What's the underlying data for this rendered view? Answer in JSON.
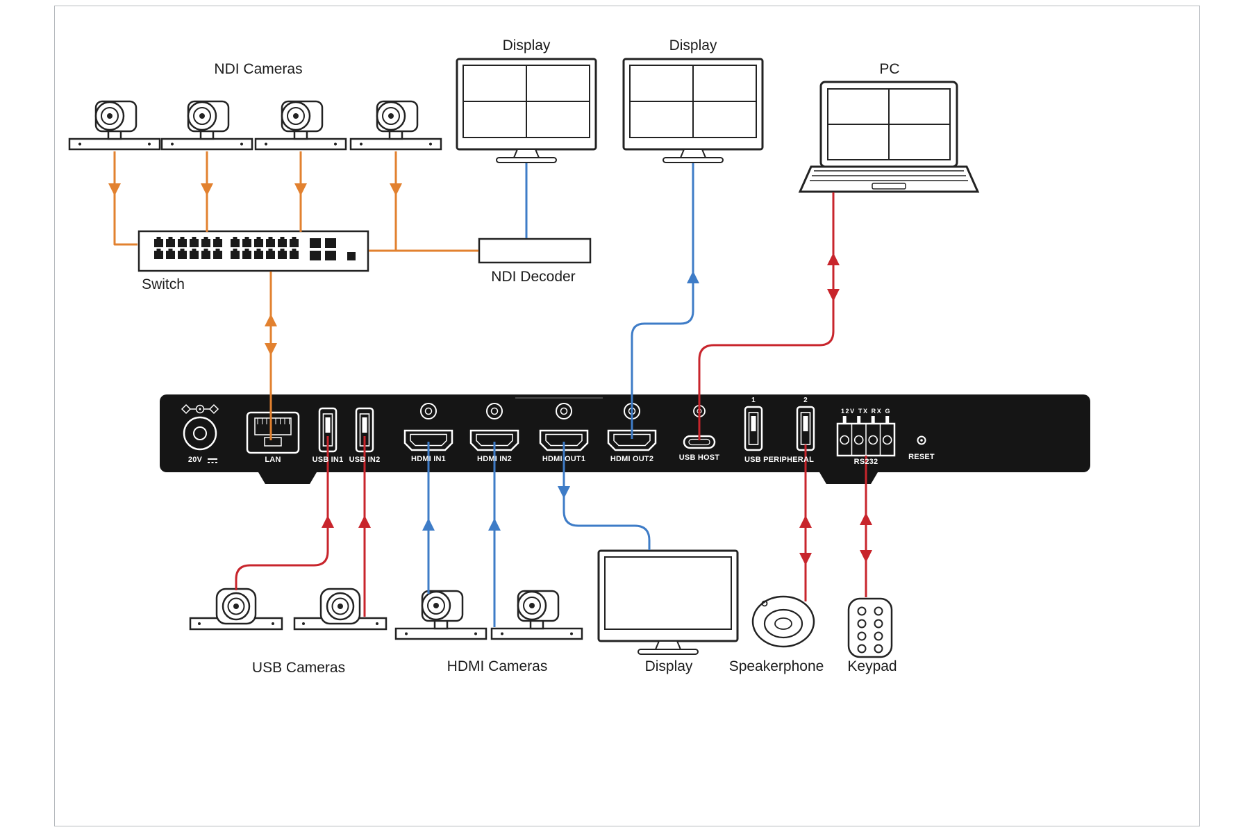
{
  "labels": {
    "ndi_cameras": "NDI Cameras",
    "display_top_left": "Display",
    "display_top_right": "Display",
    "pc": "PC",
    "switch": "Switch",
    "ndi_decoder": "NDI Decoder",
    "usb_cameras": "USB Cameras",
    "hdmi_cameras": "HDMI Cameras",
    "display_bottom": "Display",
    "speakerphone": "Speakerphone",
    "keypad": "Keypad"
  },
  "device": {
    "ports": [
      "20V",
      "LAN",
      "USB IN1",
      "USB IN2",
      "HDMI IN1",
      "HDMI IN2",
      "HDMI OUT1",
      "HDMI OUT2",
      "USB HOST",
      "USB PERIPHERAL",
      "RS232",
      "RESET"
    ],
    "usb_peripheral_numbers": [
      "1",
      "2"
    ],
    "rs232_pinout": "12V TX RX G"
  },
  "colors": {
    "ndi_network_lines": "#E2812F",
    "hdmi_video_lines": "#3E7CC7",
    "usb_serial_lines": "#C8252C",
    "device_body": "#151515",
    "background": "#FFFFFF"
  }
}
